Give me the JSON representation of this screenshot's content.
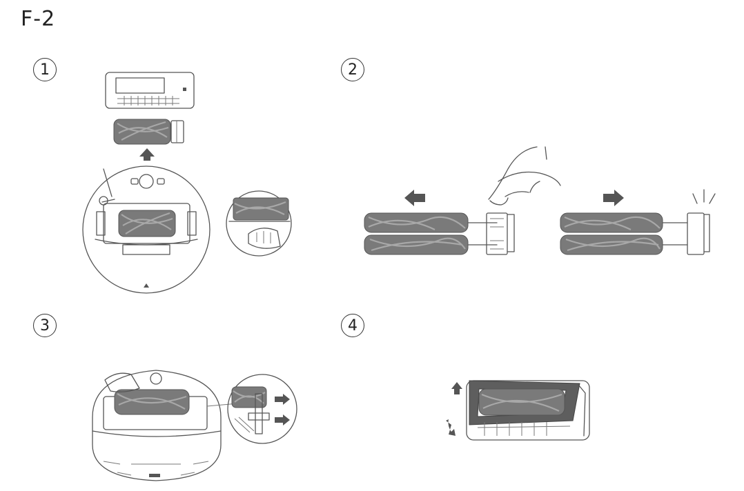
{
  "title": "F-2",
  "steps": [
    {
      "number": "1"
    },
    {
      "number": "2"
    },
    {
      "number": "3"
    },
    {
      "number": "4"
    }
  ],
  "colors": {
    "line": "#555555",
    "brush": "#7a7a7a",
    "arrow": "#555555",
    "background": "#ffffff"
  }
}
